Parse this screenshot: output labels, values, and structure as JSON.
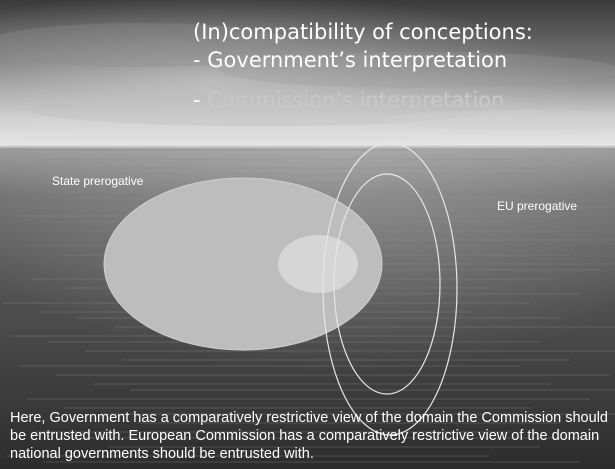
{
  "title": {
    "line1": "(In)compatibility of conceptions:",
    "line2_dash": "-",
    "line2_text": "Government’s interpretation",
    "line3_dash": "-",
    "line3_text": "Commission’s interpretation"
  },
  "diagram": {
    "state_label": "State prerogative",
    "eu_label": "EU prerogative",
    "colors": {
      "state_fill": "#bdbdbd",
      "overlap_fill": "#d6d6d6",
      "eu_outline": "#e6e6e6"
    }
  },
  "caption": "Here, Government has a comparatively restrictive view of the domain the Commission should be entrusted with. European Commission has a comparatively restrictive view of the domain national governments should be entrusted with."
}
